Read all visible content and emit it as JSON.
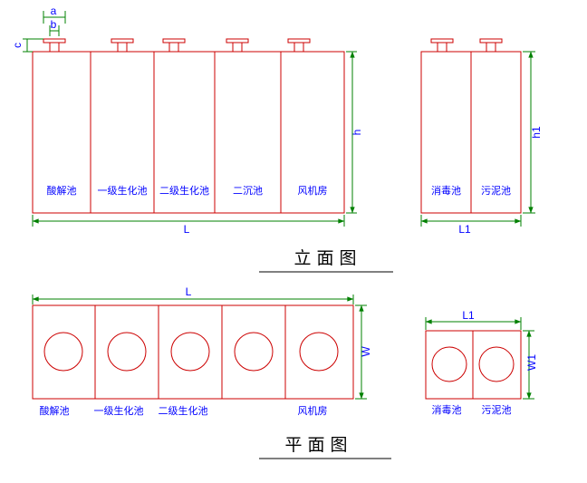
{
  "colors": {
    "background": "#ffffff",
    "outline": "#cc0000",
    "dimension": "#008000",
    "label": "#0000ff",
    "title": "#000000"
  },
  "views": {
    "elevation": {
      "title": "立面图",
      "main_block": {
        "tanks": [
          {
            "label": "酸解池"
          },
          {
            "label": "一级生化池"
          },
          {
            "label": "二级生化池"
          },
          {
            "label": "二沉池"
          },
          {
            "label": "风机房"
          }
        ],
        "dimensions": {
          "a": "a",
          "b": "b",
          "c": "c",
          "height": "h",
          "length": "L"
        }
      },
      "side_block": {
        "tanks": [
          {
            "label": "消毒池"
          },
          {
            "label": "污泥池"
          }
        ],
        "dimensions": {
          "height": "h1",
          "length": "L1"
        }
      }
    },
    "plan": {
      "title": "平面图",
      "main_block": {
        "labels": [
          "酸解池",
          "一级生化池",
          "二级生化池",
          "风机房"
        ],
        "dimensions": {
          "length": "L",
          "width": "W"
        }
      },
      "side_block": {
        "labels": [
          "消毒池",
          "污泥池"
        ],
        "dimensions": {
          "length": "L1",
          "width": "W1"
        }
      }
    }
  }
}
